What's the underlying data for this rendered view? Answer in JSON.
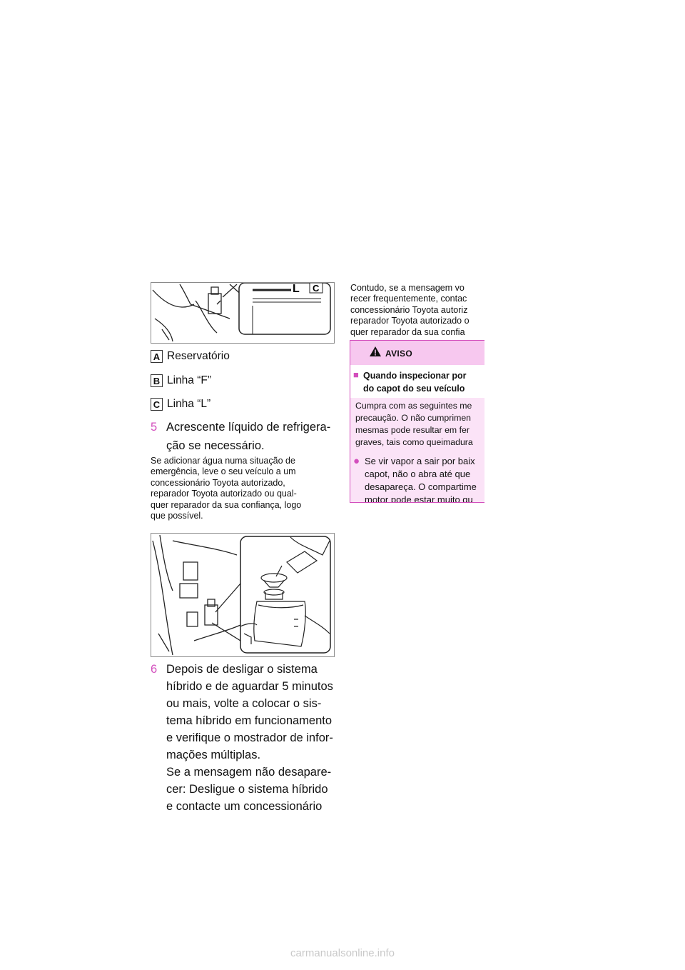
{
  "figure1": {
    "label_l": "L",
    "label_c": "C"
  },
  "legend": [
    {
      "letter": "A",
      "text": "Reservatório"
    },
    {
      "letter": "B",
      "text": "Linha “F”"
    },
    {
      "letter": "C",
      "text": "Linha “L”"
    }
  ],
  "step5": {
    "num": "5",
    "lines": [
      "Acrescente líquido de refrigera-",
      "ção se necessário."
    ]
  },
  "note": [
    "Se adicionar água numa situação de",
    "emergência, leve o seu veículo a um",
    "concessionário Toyota autorizado,",
    "reparador Toyota autorizado ou qual-",
    "quer reparador da sua confiança, logo",
    "que possível."
  ],
  "step6": {
    "num": "6",
    "lines": [
      "Depois de desligar o sistema",
      "híbrido e de aguardar 5 minutos",
      "ou mais, volte a colocar o sis-",
      "tema híbrido em funcionamento",
      "e verifique o mostrador de infor-",
      "mações múltiplas.",
      "Se a mensagem não desapare-",
      "cer: Desligue o sistema híbrido",
      "e contacte um concessionário"
    ]
  },
  "col2_text": [
    "Contudo, se a mensagem vo",
    "recer frequentemente, contac",
    "concessionário Toyota autoriz",
    "reparador Toyota autorizado o",
    "quer reparador da sua confia"
  ],
  "warning": {
    "title": "AVISO",
    "section_title": [
      "Quando inspecionar por",
      "do capot do seu veículo"
    ],
    "body": [
      "Cumpra com as seguintes me",
      "precaução. O não cumprimen",
      "mesmas pode resultar em fer",
      "graves, tais como queimadura"
    ],
    "bullet": [
      "Se vir vapor a sair por baix",
      "capot, não o abra até que",
      "desapareça. O compartime",
      "motor pode estar muito qu"
    ],
    "accent_color": "#d34fbd",
    "head_color": "#f7c8ef",
    "body_color": "#fbe3f7"
  },
  "watermark": "carmanualsonline.info"
}
